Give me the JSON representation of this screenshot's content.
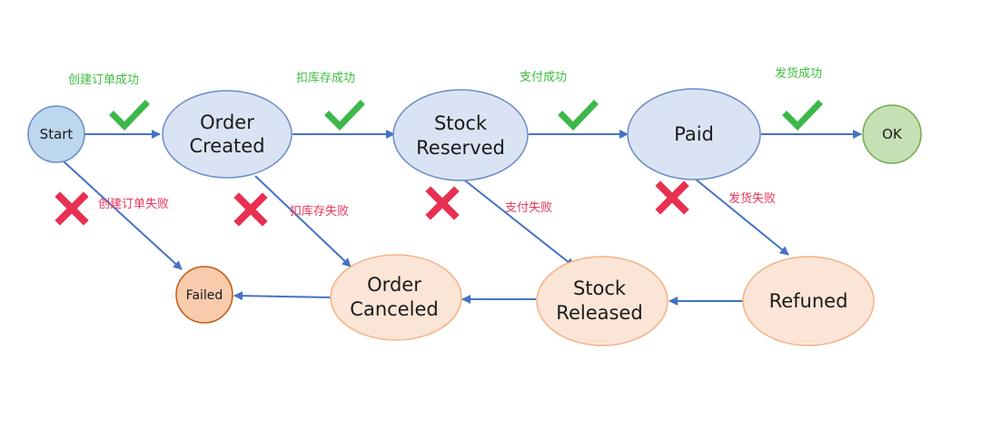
{
  "colors": {
    "arrow": "#4472c4",
    "blue_fill": "#dae3f3",
    "blue_stroke": "#6a8cc7",
    "start_fill": "#bdd7ee",
    "ok_fill": "#c5e0b4",
    "ok_stroke": "#70ad47",
    "orange_fill": "#fbe5d6",
    "orange_stroke": "#f4b183",
    "failed_fill": "#f8cbad",
    "failed_stroke": "#c55a11",
    "success_text": "#3dbd3d",
    "fail_text": "#e8365a",
    "check": "#3cb84a",
    "cross": "#e83052"
  },
  "nodes": {
    "start": "Start",
    "order_created": [
      "Order",
      "Created"
    ],
    "stock_reserved": [
      "Stock",
      "Reserved"
    ],
    "paid": "Paid",
    "ok": "OK",
    "failed": "Failed",
    "order_canceled": [
      "Order",
      "Canceled"
    ],
    "stock_released": [
      "Stock",
      "Released"
    ],
    "refuned": "Refuned"
  },
  "success_labels": {
    "create_order": "创建订单成功",
    "deduct_stock": "扣库存成功",
    "pay": "支付成功",
    "ship": "发货成功"
  },
  "fail_labels": {
    "create_order": "创建订单失败",
    "deduct_stock": "扣库存失败",
    "pay": "支付失败",
    "ship": "发货失败"
  }
}
